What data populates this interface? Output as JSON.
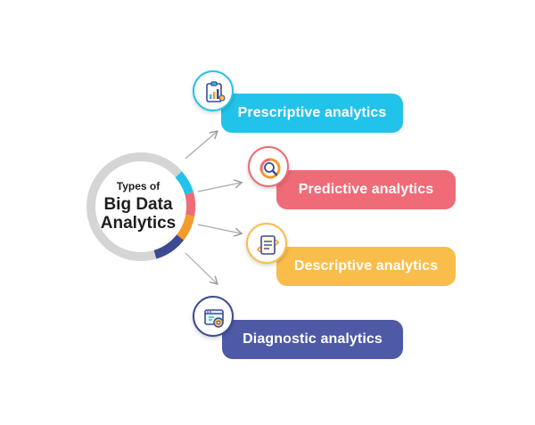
{
  "hub": {
    "line1": "Types of",
    "line2": "Big Data",
    "line3": "Analytics"
  },
  "types": [
    {
      "label": "Prescriptive analytics",
      "color": "#22c3ea",
      "icon": "clipboard-chart-icon"
    },
    {
      "label": "Predictive analytics",
      "color": "#ef6b78",
      "icon": "magnifier-pie-icon"
    },
    {
      "label": "Descriptive analytics",
      "color": "#f9bd4a",
      "icon": "document-arrows-icon"
    },
    {
      "label": "Diagnostic analytics",
      "color": "#4f5aa6",
      "icon": "browser-gear-icon"
    }
  ]
}
